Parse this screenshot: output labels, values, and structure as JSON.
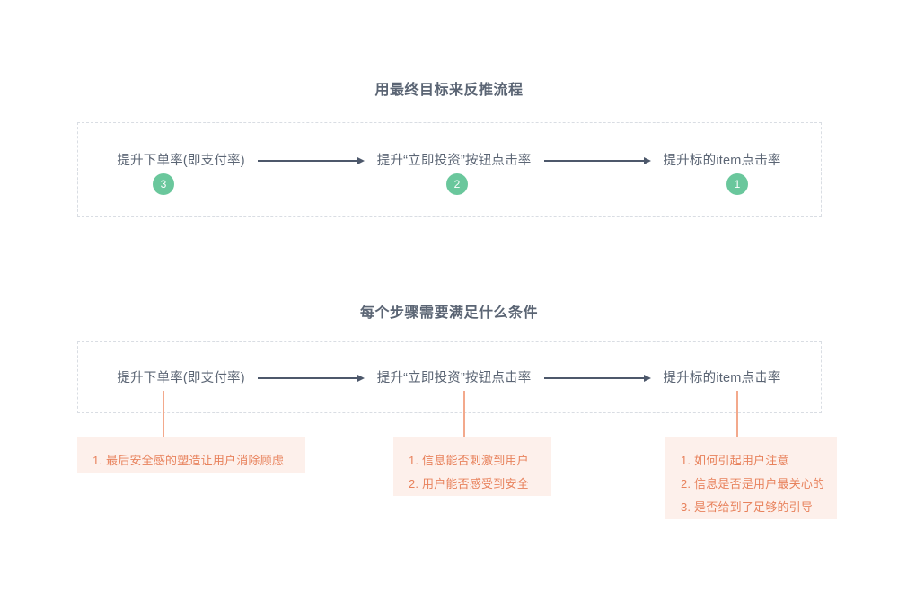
{
  "page": {
    "background": "#ffffff",
    "text_color": "#5b6574",
    "accent_green": "#6ac79c",
    "accent_orange": "#e8825c",
    "pink_bg": "#fdf0eb",
    "dashed_border": "#d9dde3",
    "arrow_color": "#4d586b"
  },
  "sections": [
    {
      "title": "用最终目标来反推流程",
      "nodes": [
        {
          "label": "提升下单率(即支付率)",
          "badge": "3"
        },
        {
          "label": "提升“立即投资”按钮点击率",
          "badge": "2"
        },
        {
          "label": "提升标的item点击率",
          "badge": "1"
        }
      ]
    },
    {
      "title": "每个步骤需要满足什么条件",
      "nodes": [
        {
          "label": "提升下单率(即支付率)"
        },
        {
          "label": "提升“立即投资”按钮点击率"
        },
        {
          "label": "提升标的item点击率"
        }
      ],
      "conditions": [
        {
          "items": [
            "1. 最后安全感的塑造让用户消除顾虑"
          ]
        },
        {
          "items": [
            "1. 信息能否刺激到用户",
            "2. 用户能否感受到安全"
          ]
        },
        {
          "items": [
            "1. 如何引起用户注意",
            "2. 信息是否是用户最关心的",
            "3. 是否给到了足够的引导"
          ]
        }
      ]
    }
  ]
}
